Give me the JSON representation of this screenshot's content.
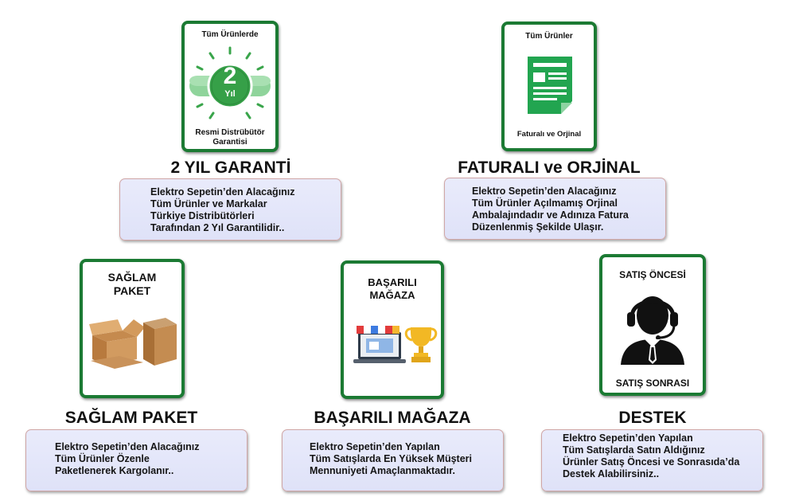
{
  "features": {
    "warranty": {
      "badge_top": "Tüm Ürünlerde",
      "badge_number": "2",
      "badge_unit": "Yıl",
      "badge_bottom_1": "Resmi Distrübütör",
      "badge_bottom_2": "Garantisi",
      "title": "2 YIL GARANTİ",
      "description": "Elektro Sepetin’den Alacağınız\nTüm Ürünler ve Markalar\nTürkiye Distribütörleri\nTarafından 2 Yıl Garantilidir.."
    },
    "invoice": {
      "badge_top": "Tüm Ürünler",
      "badge_bottom": "Faturalı ve Orjinal",
      "title": "FATURALI ve ORJİNAL",
      "description": "Elektro Sepetin’den Alacağınız\nTüm Ürünler Açılmamış Orjinal\nAmbalajındadır ve Adınıza Fatura\nDüzenlenmiş Şekilde Ulaşır."
    },
    "package": {
      "badge_line_1": "SAĞLAM",
      "badge_line_2": "PAKET",
      "title": "SAĞLAM PAKET",
      "description": "Elektro Sepetin’den Alacağınız\nTüm Ürünler Özenle\nPaketlenerek Kargolanır.."
    },
    "store": {
      "badge_line_1": "BAŞARILI",
      "badge_line_2": "MAĞAZA",
      "title": "BAŞARILI MAĞAZA",
      "description": "Elektro Sepetin’den Yapılan\nTüm Satışlarda En Yüksek Müşteri\nMennuniyeti Amaçlanmaktadır."
    },
    "support": {
      "badge_top": "SATIŞ ÖNCESİ",
      "badge_bottom": "SATIŞ SONRASI",
      "title": "DESTEK",
      "description": "Elektro Sepetin’den Yapılan\nTüm Satışlarda Satın Aldığınız\nÜrünler Satış Öncesi ve Sonrasıda’da\nDestek Alabilirsiniz.."
    }
  },
  "icons": {
    "warranty": "warranty-2-year-icon",
    "invoice": "invoice-document-icon",
    "package": "cardboard-boxes-icon",
    "store": "storefront-laptop-trophy-icon",
    "support": "headset-operator-icon"
  },
  "colors": {
    "badge_border": "#1b7a33",
    "warranty_green": "#3aa54b",
    "invoice_green": "#22a550",
    "description_background": "#e2e5f9",
    "description_border": "#d0a6a6"
  }
}
